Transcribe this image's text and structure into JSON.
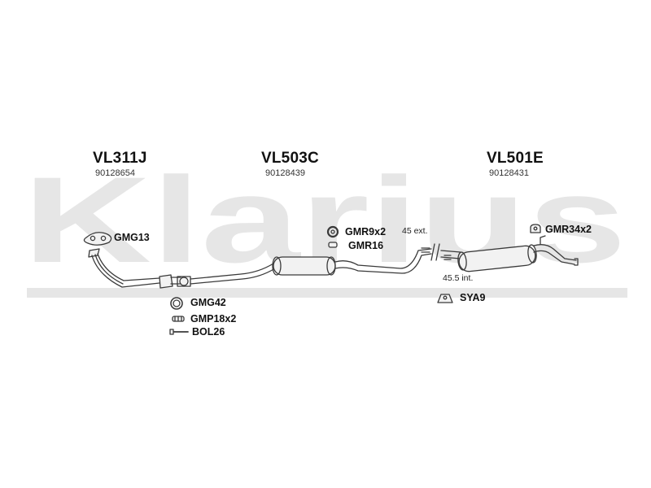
{
  "watermark": "Klarius",
  "sections": [
    {
      "code": "VL311J",
      "number": "90128654"
    },
    {
      "code": "VL503C",
      "number": "90128439"
    },
    {
      "code": "VL501E",
      "number": "90128431"
    }
  ],
  "parts": {
    "gmg13": "GMG13",
    "gmg42": "GMG42",
    "gmp18": "GMP18x2",
    "bol26": "BOL26",
    "gmr9": "GMR9x2",
    "gmr16": "GMR16",
    "gmr34": "GMR34x2",
    "sya9": "SYA9"
  },
  "notes": {
    "ext": "45 ext.",
    "int": "45.5 int."
  },
  "colors": {
    "watermark": "#e6e6e6",
    "line": "#3a3a3a",
    "fill": "#f2f2f2"
  }
}
